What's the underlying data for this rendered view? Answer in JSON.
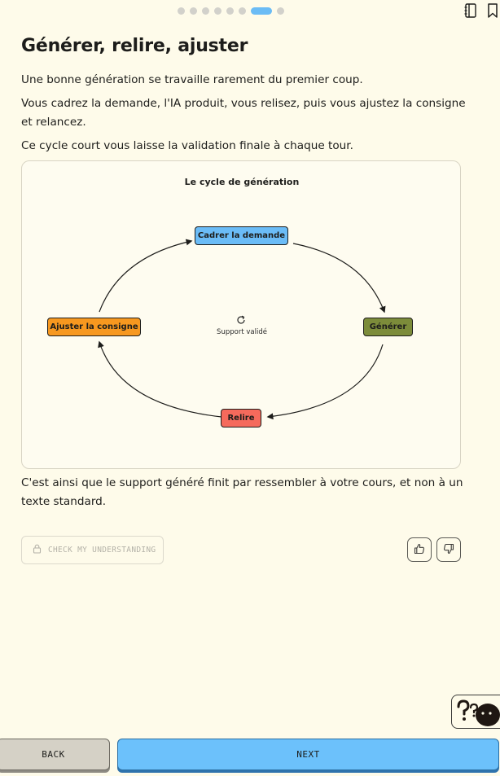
{
  "header": {
    "progress": {
      "total": 8,
      "current_index": 6
    },
    "icons": [
      "notebook-icon",
      "bookmark-icon"
    ]
  },
  "lesson": {
    "title": "Générer, relire, ajuster",
    "paragraphs": [
      "Une bonne génération se travaille rarement du premier coup.",
      "Vous cadrez la demande, l'IA produit, vous relisez, puis vous ajustez la consigne et relancez.",
      "Ce cycle court vous laisse la validation finale à chaque tour."
    ],
    "closing": "C'est ainsi que le support généré finit par ressembler à votre cours, et non à un texte standard."
  },
  "diagram": {
    "title": "Le cycle de génération",
    "center_label": "Support validé",
    "center_icon": "refresh-icon",
    "nodes": [
      {
        "id": "cadrer",
        "label": "Cadrer la demande",
        "color": "#6bbcf7"
      },
      {
        "id": "generer",
        "label": "Générer",
        "color": "#7c8c3a"
      },
      {
        "id": "relire",
        "label": "Relire",
        "color": "#f56a5c"
      },
      {
        "id": "ajuster",
        "label": "Ajuster la consigne",
        "color": "#f7981f"
      }
    ],
    "edges": [
      {
        "from": "cadrer",
        "to": "generer"
      },
      {
        "from": "generer",
        "to": "relire"
      },
      {
        "from": "relire",
        "to": "ajuster"
      },
      {
        "from": "ajuster",
        "to": "cadrer"
      }
    ]
  },
  "actions": {
    "check_label": "CHECK MY UNDERSTANDING",
    "back_label": "BACK",
    "next_label": "NEXT"
  },
  "colors": {
    "background": "#fefbea",
    "accent": "#6cc1fb",
    "text": "#1d1d1b"
  }
}
